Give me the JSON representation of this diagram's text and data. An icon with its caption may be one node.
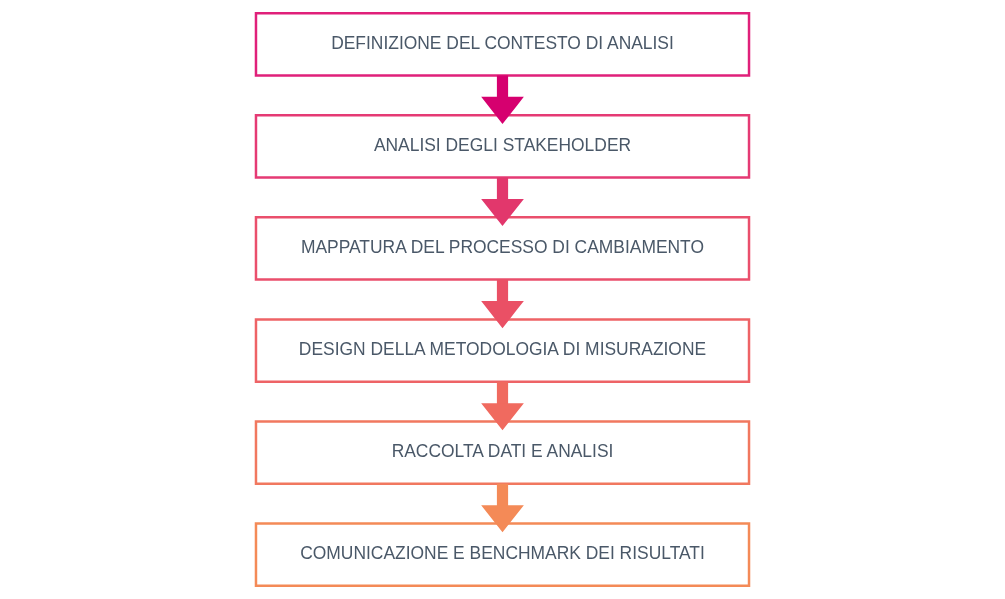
{
  "diagram": {
    "nodes": [
      {
        "text": [
          "DEFINIZIONE DEL CONTESTO DI ANALISI"
        ]
      },
      {
        "text": [
          "ANALISI DEGLI STAKEHOLDER"
        ]
      },
      {
        "text": [
          "MAPPATURA DEL PROCESSO DI CAMBIAMENTO"
        ]
      },
      {
        "text": [
          "DESIGN DELLA METODOLOGIA DI MISURAZIONE"
        ]
      },
      {
        "text": [
          "RACCOLTA DATI E ANALISI"
        ]
      },
      {
        "text": [
          "COMUNICAZIONE E BENCHMARK DEI RISULTATI"
        ]
      }
    ],
    "edges": [
      {
        "from": 0,
        "to": 1,
        "arrow": "to",
        "color": "#d6006f"
      },
      {
        "from": 1,
        "to": 2,
        "arrow": "to",
        "color": "#e2376c"
      },
      {
        "from": 2,
        "to": 3,
        "arrow": "to",
        "color": "#ea5065"
      },
      {
        "from": 3,
        "to": 4,
        "arrow": "to",
        "color": "#f06a5f"
      },
      {
        "from": 4,
        "to": 5,
        "arrow": "to",
        "color": "#f48a57"
      }
    ]
  }
}
